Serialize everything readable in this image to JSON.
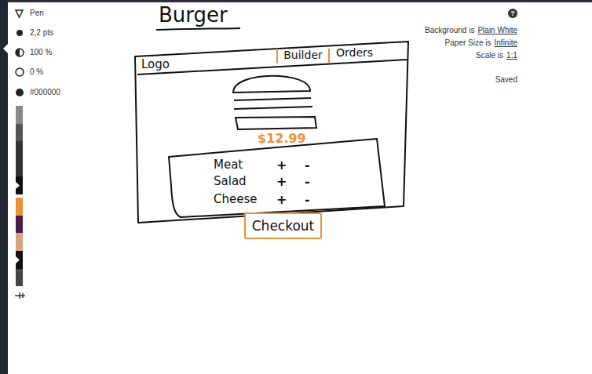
{
  "diagram": {
    "title": "Burger",
    "nodes": [
      {
        "text": [
          "Logo"
        ]
      },
      {
        "text": [
          "Builder"
        ],
        "in": 0
      },
      {
        "text": [
          "Meat",
          "+",
          "-",
          "Salad",
          "+",
          "-",
          "Cheese",
          "+",
          "-"
        ],
        "in": 0
      },
      {
        "text": [
          "Checkout"
        ]
      }
    ],
    "labels": [
      "Pen",
      "2,2 pts",
      "100 %",
      "0 %",
      "#000000",
      "?",
      "Background is",
      "Plain White",
      "Paper Size is",
      "Infinite",
      "Scale is",
      "1:1",
      "Saved",
      "Orders",
      "$12.99"
    ]
  }
}
